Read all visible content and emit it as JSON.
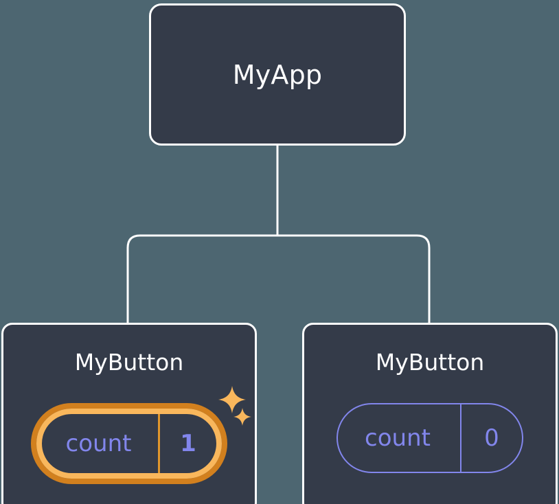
{
  "diagram": {
    "type": "component-tree",
    "background_color": "#4d6671",
    "node_fill_color": "#343b49",
    "node_border_color": "#ffffff",
    "connector_color": "#ffffff",
    "accent_state_color": "#8286ec",
    "highlight_outer_color": "#d2801e",
    "highlight_inner_color": "#f9b75c",
    "sparkle_color": "#f9b75c",
    "root": {
      "title": "MyApp"
    },
    "children": [
      {
        "title": "MyButton",
        "state": {
          "key": "count",
          "value": "1"
        },
        "highlighted": true,
        "sparkles": [
          {
            "name": "sparkle-large"
          },
          {
            "name": "sparkle-small"
          }
        ]
      },
      {
        "title": "MyButton",
        "state": {
          "key": "count",
          "value": "0"
        },
        "highlighted": false,
        "sparkles": []
      }
    ]
  }
}
